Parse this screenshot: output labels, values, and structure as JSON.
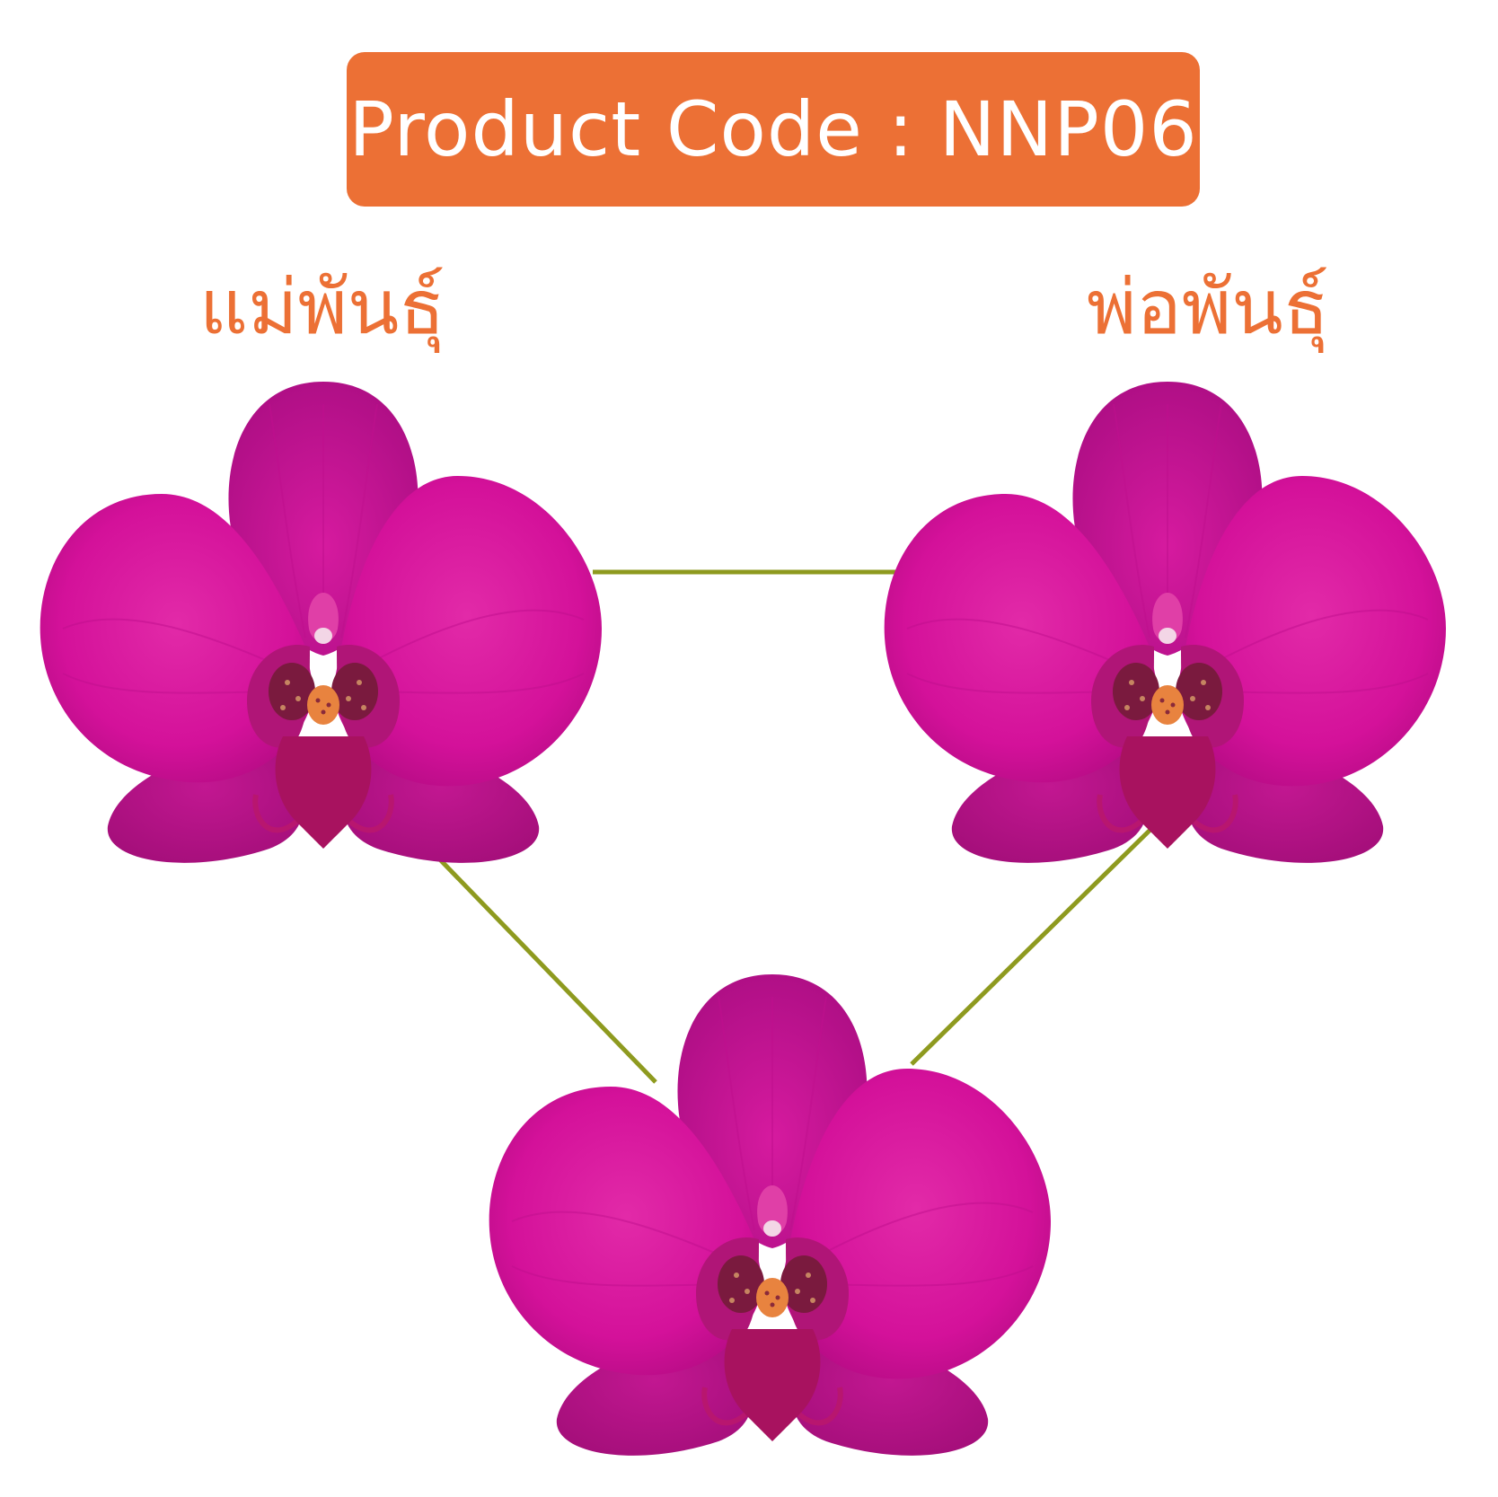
{
  "product_code": "Product Code : NNP06",
  "labels": {
    "mother": "แม่พันธุ์",
    "father": "พ่อพันธุ์"
  },
  "colors": {
    "accent_orange": "#EC7035",
    "connector_line": "#8E9A1F",
    "petal_main": "#D4119A",
    "petal_dark": "#A60F7A",
    "lip": "#B0136E"
  },
  "flowers": [
    {
      "role": "mother",
      "icon": "orchid-icon"
    },
    {
      "role": "father",
      "icon": "orchid-icon"
    },
    {
      "role": "offspring",
      "icon": "orchid-icon"
    }
  ]
}
